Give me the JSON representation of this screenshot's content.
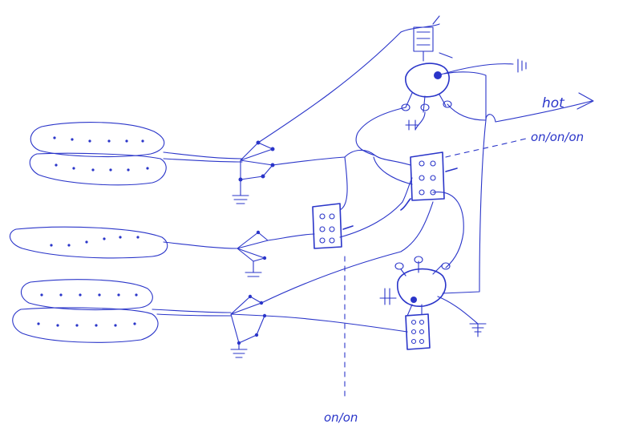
{
  "colors": {
    "ink": "#2a35c9",
    "paper": "#ffffff"
  },
  "labels": {
    "hot": "hot",
    "on_on_on": "on/on/on",
    "on_on": "on/on"
  },
  "components": {
    "pickups": [
      "neck-humbucker",
      "middle-single-coil",
      "bridge-humbucker"
    ],
    "switches": [
      "top-dpdt-switch",
      "middle-dpdt-switch",
      "bottom-dpdt-switch",
      "upper-3way-switch"
    ],
    "pots": [
      "volume-pot",
      "tone-pot"
    ]
  }
}
